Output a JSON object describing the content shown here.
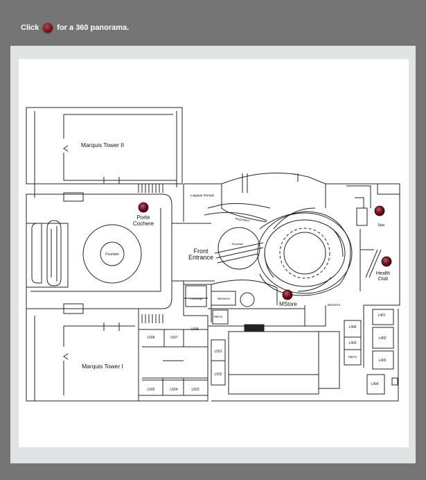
{
  "instruction": {
    "before": "Click",
    "after": "for a 360 panorama."
  },
  "map": {
    "areas": {
      "marquis_tower_2": "Marquis Tower II",
      "marquis_tower_1": "Marquis Tower I",
      "porte_cochere": [
        "Porte",
        "Cochere"
      ],
      "fountain": "Fountain",
      "front_entrance": [
        "Front",
        "Entrance"
      ],
      "luggage_storage": "Luggage Storage",
      "registration": "Registration",
      "escalator": "Escalator",
      "spa": "Spa",
      "health_club": [
        "Health",
        "Club"
      ],
      "mstore": "MStore",
      "concierge": "Concierge",
      "womens_1": "Women's",
      "mens_1": "Men's",
      "womens_2": "Women's",
      "mens_2": "Men's"
    },
    "rooms": {
      "l506": "L506",
      "l507": "L507",
      "l508": "L508",
      "l501": "L501",
      "l502": "L502",
      "l505": "L505",
      "l504": "L504",
      "l503": "L503",
      "l401": "L401",
      "l402": "L402",
      "l403": "L403",
      "l404": "L404",
      "l405": "L405",
      "l406": "L406"
    },
    "hotspots": [
      "porte-cochere",
      "spa",
      "health-club",
      "mstore"
    ],
    "hotspot_color": "#7b1220"
  }
}
